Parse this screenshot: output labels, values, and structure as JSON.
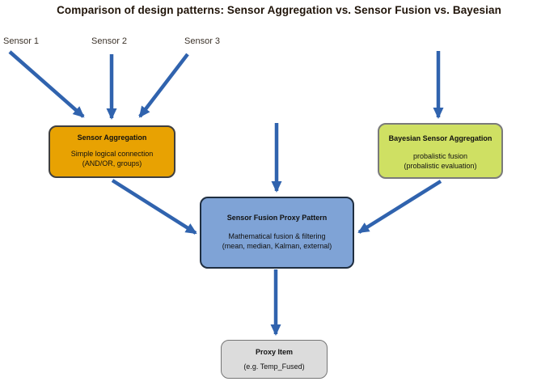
{
  "title": "Comparison of design patterns: Sensor Aggregation vs. Sensor Fusion vs. Bayesian",
  "sensors": [
    {
      "label": "Sensor 1"
    },
    {
      "label": "Sensor 2"
    },
    {
      "label": "Sensor 3"
    }
  ],
  "nodes": {
    "sensor_aggregation": {
      "title": "Sensor Aggregation",
      "line1": "Simple logical connection",
      "line2": "(AND/OR, groups)",
      "fill": "#e8a202",
      "border": "#3f3f3f"
    },
    "bayesian_sensor_aggregation": {
      "title": "Bayesian Sensor Aggregation",
      "line1": "probalistic fusion",
      "line2": "(probalistic evaluation)",
      "fill": "#cfe063",
      "border": "#7a7a7a"
    },
    "sensor_fusion_proxy": {
      "title": "Sensor Fusion Proxy Pattern",
      "line1": "Mathematical fusion & filtering",
      "line2": "(mean, median, Kalman, external)",
      "fill": "#7fa3d6",
      "border": "#1f2e40"
    },
    "proxy_item": {
      "title": "Proxy Item",
      "line1": "(e.g. Temp_Fused)",
      "fill": "#dcdcdc",
      "border": "#757575"
    }
  },
  "colors": {
    "arrow": "#3063ae",
    "background": "#ffffff",
    "title_text": "#201409",
    "sensor_label_text": "#3c332a"
  }
}
